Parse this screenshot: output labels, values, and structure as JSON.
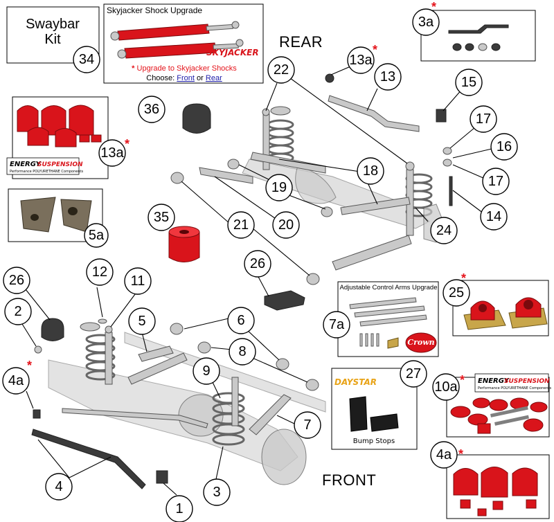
{
  "labels": {
    "rear": "REAR",
    "front": "FRONT"
  },
  "swaybar": {
    "line1": "Swaybar",
    "line2": "Kit"
  },
  "shock_upgrade": {
    "title": "Skyjacker Shock Upgrade",
    "star": "*",
    "note": "Upgrade to Skyjacker Shocks",
    "choose": "Choose:",
    "or": "or",
    "front_link": "Front",
    "rear_link": "Rear",
    "brand": "SKYJACKER",
    "color": "#e4141b"
  },
  "control_arms": {
    "title": "Adjustable Control Arms Upgrade",
    "brand": "Crown"
  },
  "bump_stops": {
    "brand": "DAYSTAR",
    "caption": "Bump Stops"
  },
  "energy": {
    "word1": "ENERGY",
    "word2": "SUSPENSION",
    "tagline": "Performance POLYURETHANE Components"
  },
  "star": "*",
  "callouts": {
    "c1": "1",
    "c2": "2",
    "c3": "3",
    "c3a": "3a",
    "c4": "4",
    "c4a": "4a",
    "c4a2": "4a",
    "c5": "5",
    "c5a": "5a",
    "c6": "6",
    "c7": "7",
    "c7a": "7a",
    "c8": "8",
    "c9": "9",
    "c10a": "10a",
    "c11": "11",
    "c12": "12",
    "c13": "13",
    "c13a": "13a",
    "c13a2": "13a",
    "c14": "14",
    "c15": "15",
    "c16": "16",
    "c17a": "17",
    "c17b": "17",
    "c18": "18",
    "c19": "19",
    "c20": "20",
    "c21": "21",
    "c22": "22",
    "c24": "24",
    "c25": "25",
    "c26a": "26",
    "c26b": "26",
    "c27": "27",
    "c34": "34",
    "c35": "35",
    "c36": "36"
  }
}
